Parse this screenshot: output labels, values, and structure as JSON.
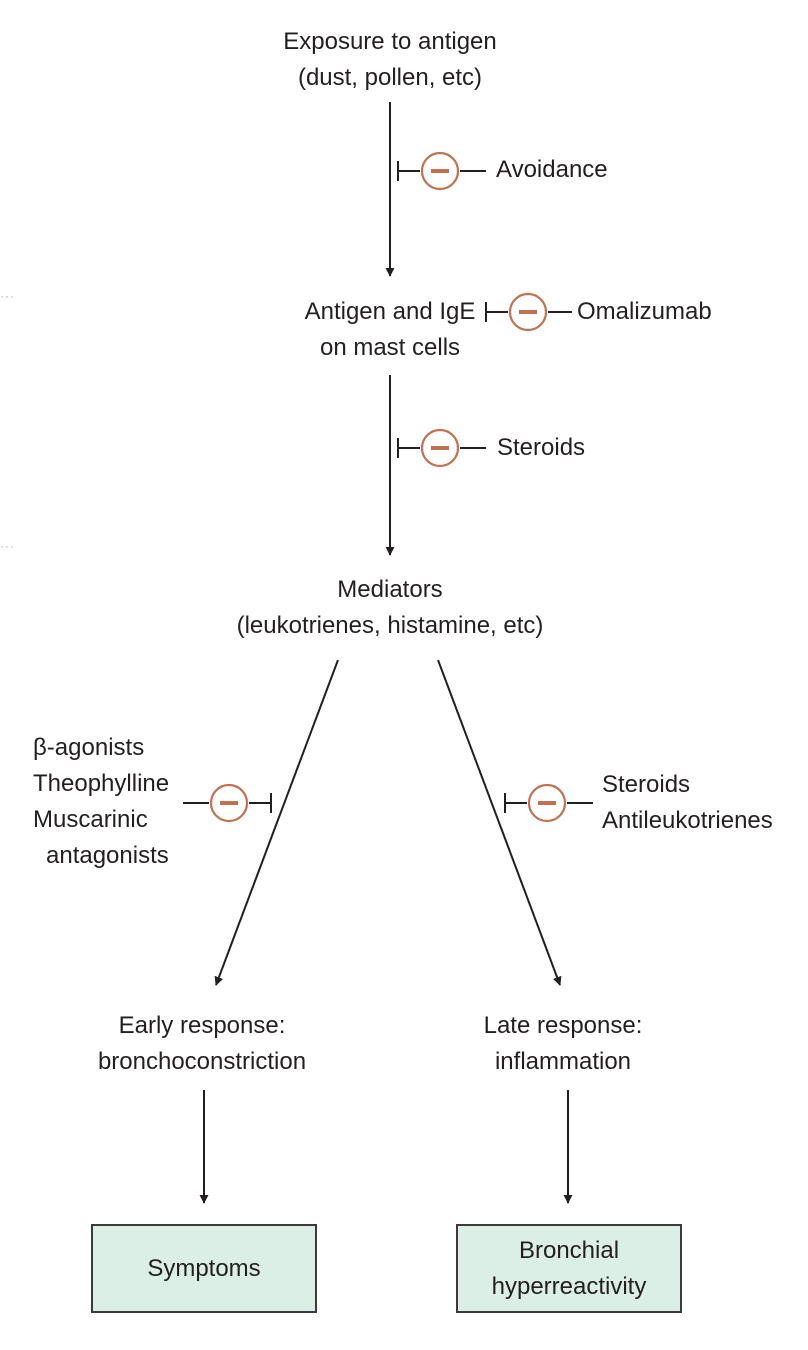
{
  "nodes": {
    "exposure": [
      "Exposure to antigen",
      "(dust, pollen, etc)"
    ],
    "antigen_ige": [
      "Antigen and IgE",
      "on mast cells"
    ],
    "mediators": [
      "Mediators",
      "(leukotrienes, histamine, etc)"
    ],
    "early": [
      "Early response:",
      "bronchoconstriction"
    ],
    "late": [
      "Late response:",
      "inflammation"
    ]
  },
  "outcomes": {
    "symptoms": "Symptoms",
    "hyperreactivity": [
      "Bronchial",
      "hyperreactivity"
    ]
  },
  "inhibitors": {
    "avoidance": "Avoidance",
    "omalizumab": "Omalizumab",
    "steroids_upper": "Steroids",
    "early_drugs": [
      "β-agonists",
      "Theophylline",
      "Muscarinic",
      "antagonists"
    ],
    "late_drugs": [
      "Steroids",
      "Antileukotrienes"
    ]
  },
  "colors": {
    "arrow": "#231f20",
    "inhibit_circle": "#c0714f",
    "box_fill": "#dcefe6"
  },
  "icons": {
    "inhibit": "minus-circle-icon",
    "arrow": "arrow-down-icon",
    "page_gutter": "ellipsis-icon"
  }
}
